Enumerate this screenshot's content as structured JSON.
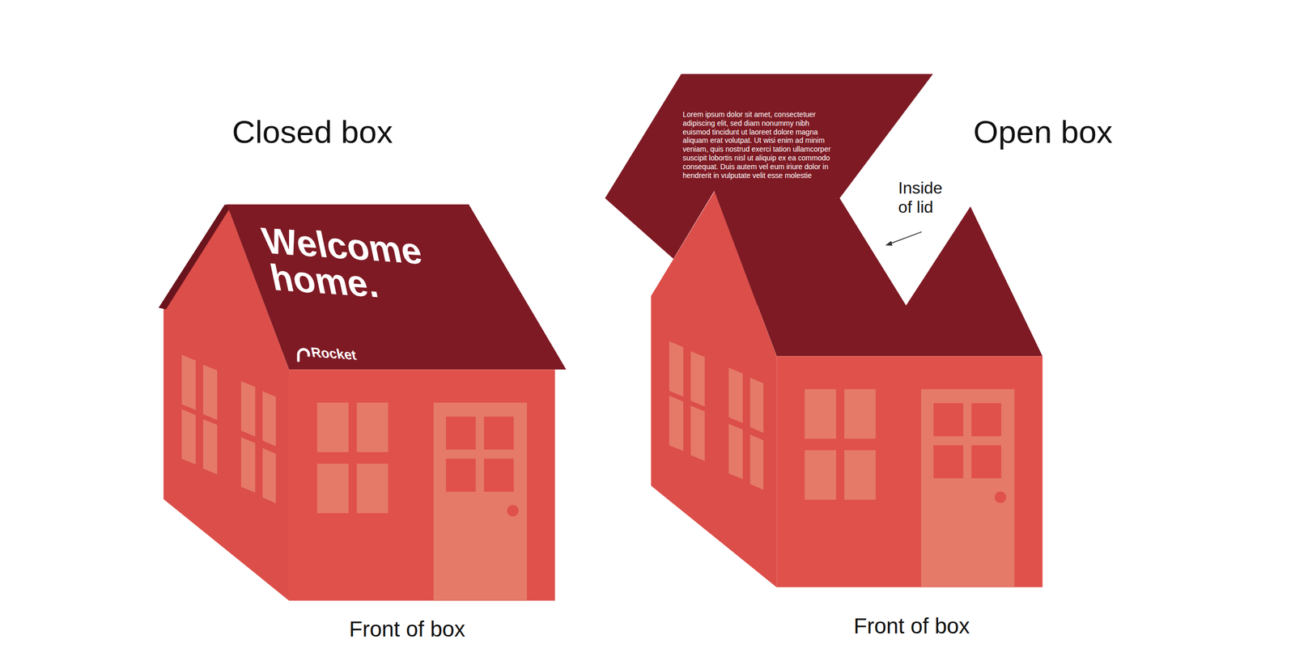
{
  "diagram": {
    "nodes": [
      {
        "text": [
          "Welcome home.",
          "Rocket"
        ]
      },
      {
        "text": [
          "Lorem ipsum dolor sit amet, consectetuer adipiscing elit, sed diam nonummy nibh euismod tincidunt ut laoreet dolore magna aliquam erat volutpat. Ut wisi enim ad minim veniam, quis nostrud exerci tation ullamcorper suscipit lobortis nisl ut aliquip ex ea commodo consequat. Duis autem vel eum iriure dolor in hendrerit in vulputate velit esse molestie"
        ]
      }
    ],
    "labels": [
      "Closed box",
      "Open box",
      "Front of box",
      "Front of box",
      "Inside of lid"
    ]
  }
}
